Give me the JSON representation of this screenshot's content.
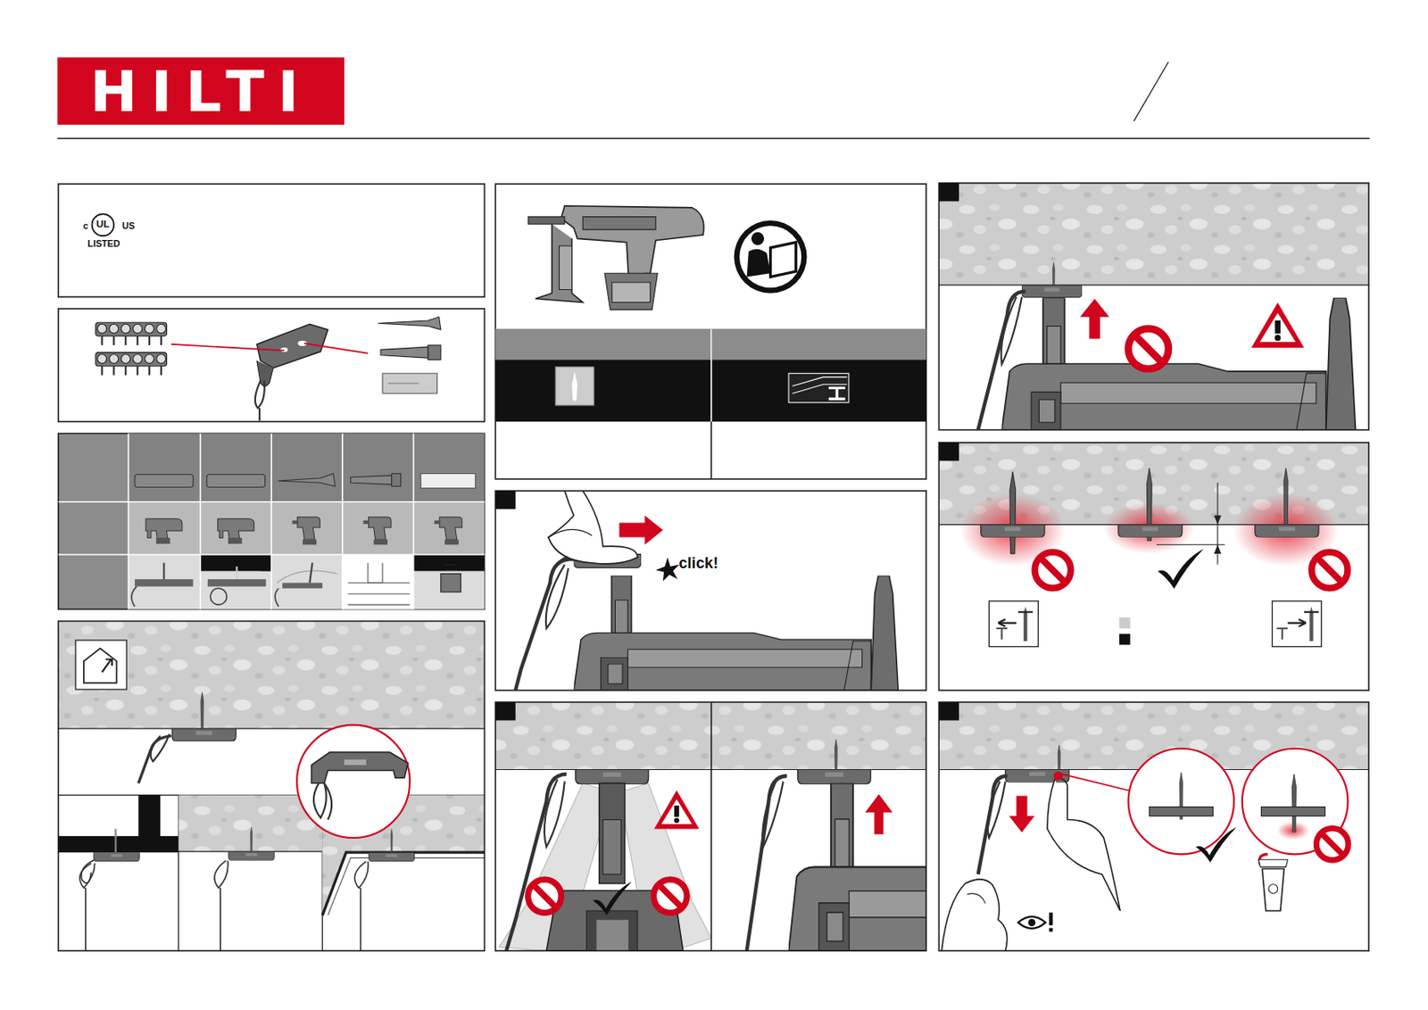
{
  "diagram": {
    "labels": [
      "HILTI",
      "c",
      "UL",
      "US",
      "LISTED",
      "click!"
    ]
  }
}
